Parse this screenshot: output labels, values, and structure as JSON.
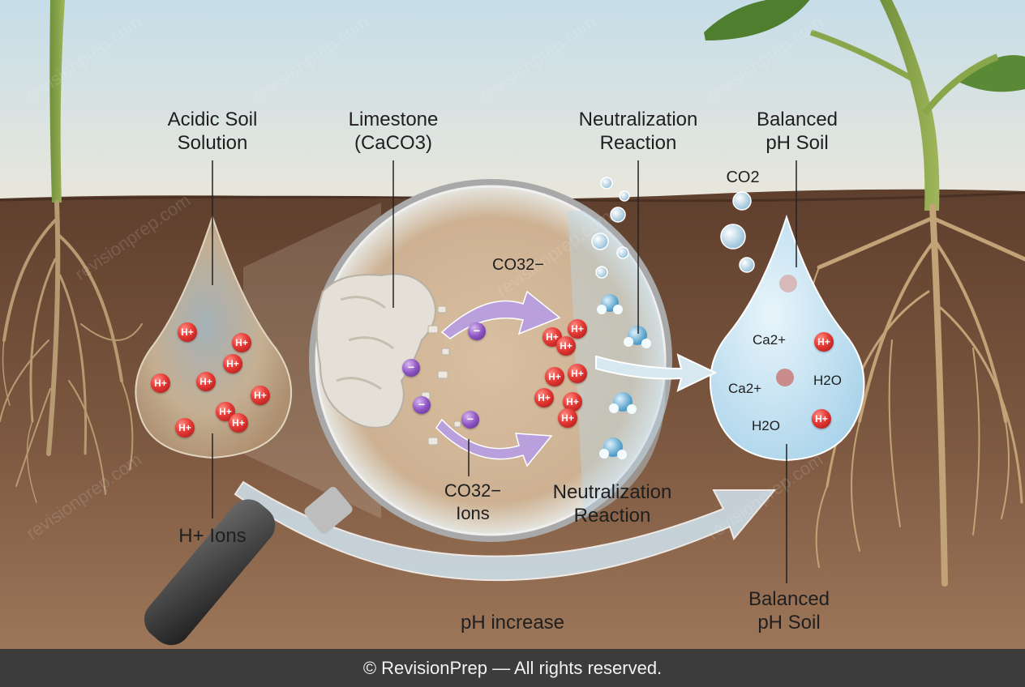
{
  "labels": {
    "acidic_soil": "Acidic Soil\nSolution",
    "limestone": "Limestone",
    "limestone_formula": "(CaCO3)",
    "neutralization_top": "Neutralization\nReaction",
    "balanced_top": "Balanced\npH Soil",
    "co2": "CO2",
    "h_ions": "H+ Ions",
    "co3_top": "CO32−",
    "co3_ions": "CO32−\nIons",
    "neutralization_bottom": "Neutralization\nReaction",
    "balanced_bottom": "Balanced\npH Soil",
    "ph_increase": "pH increase"
  },
  "ions": {
    "h": "H+",
    "ca": "Ca2+",
    "h2o": "H2O",
    "carbonate": "−"
  },
  "footer": "© RevisionPrep — All rights reserved.",
  "watermark": "revisionprep.com",
  "colors": {
    "sky_top": "#c9dfe8",
    "sky_bottom": "#e6e6dc",
    "soil_top": "#6b4a36",
    "soil_bottom": "#a3785a",
    "acid_drop": "#cdb79a",
    "balanced_drop": "#b9dcef",
    "h_ion": "#e53935",
    "carbonate_ion": "#8e55c4",
    "arrow": "#b9a0dd",
    "footer_bg": "#3c3c3c"
  }
}
